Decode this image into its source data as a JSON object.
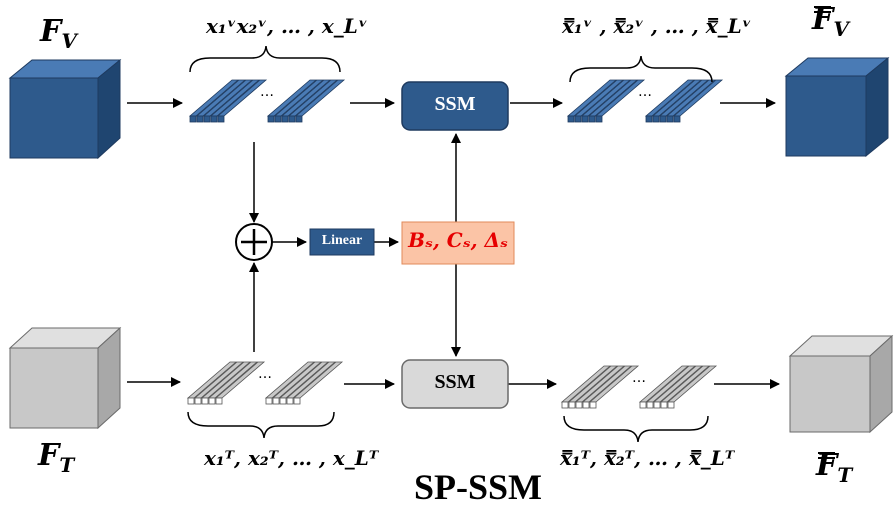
{
  "labels": {
    "fv": "F",
    "fv_sub": "V",
    "ft": "F",
    "ft_sub": "T",
    "fv_out": "F",
    "fv_out_sub": "V",
    "ft_out": "F",
    "ft_out_sub": "T",
    "x_v_in": "x₁ᵛx₂ᵛ, … , x_Lᵛ",
    "x_t_in": "x₁ᵀ, x₂ᵀ, … , x_Lᵀ",
    "x_v_out": "x̿₁ᵛ , x̿₂ᵛ , … , x̿_Lᵛ",
    "x_t_out": "x̿₁ᵀ, x̿₂ᵀ, … , x̿_Lᵀ",
    "ssm_top": "SSM",
    "ssm_bottom": "SSM",
    "linear": "Linear",
    "params": "Bₛ, Cₛ, Δₛ",
    "plus": "+",
    "ellipsis": "…",
    "title": "SP-SSM"
  },
  "colors": {
    "blue": "#2e5a8c",
    "blue_light": "#4a7bb5",
    "gray": "#c8c8c8",
    "params_fill": "#fbc4a6",
    "params_text": "#e60000"
  }
}
